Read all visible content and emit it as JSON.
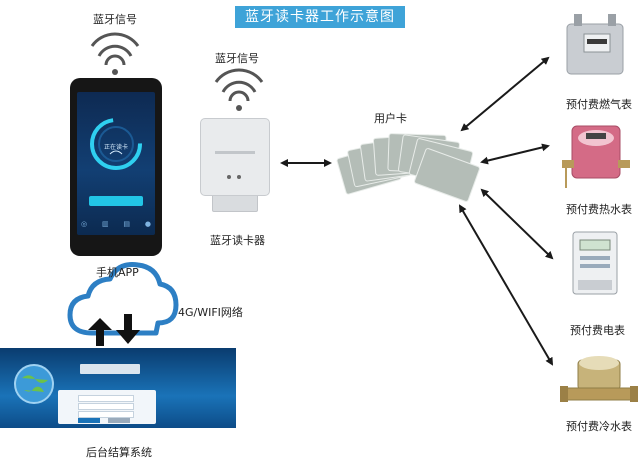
{
  "title": "蓝牙读卡器工作示意图",
  "labels": {
    "bt_signal_phone": "蓝牙信号",
    "bt_signal_reader": "蓝牙信号",
    "phone_app": "手机APP",
    "reader": "蓝牙读卡器",
    "user_card": "用户卡",
    "network": "4G/WIFI网络",
    "backend": "后台结算系统",
    "gas_meter": "预付费燃气表",
    "hot_water_meter": "预付费热水表",
    "electric_meter": "预付费电表",
    "cold_water_meter": "预付费冷水表"
  },
  "phone": {
    "status_text": "正在读卡"
  },
  "colors": {
    "title_bg": "#3ea3d8",
    "cloud": "#2d7fc4",
    "signal": "#555555",
    "arrow": "#1a1a1a"
  }
}
